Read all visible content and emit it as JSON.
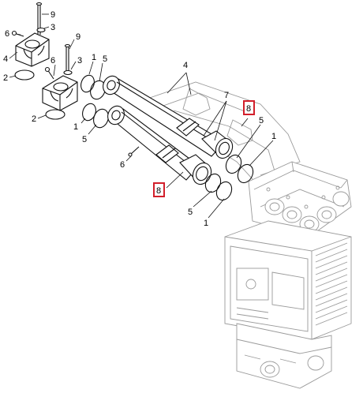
{
  "callouts": {
    "c9a": "9",
    "c3a": "3",
    "c6a": "6",
    "c4a": "4",
    "c2a": "2",
    "c9b": "9",
    "c6b": "6",
    "c3b": "3",
    "c2b": "2",
    "c1a": "1",
    "c5a": "5",
    "c4b": "4",
    "c7": "7",
    "c1b": "1",
    "c5b": "5",
    "c6c": "6",
    "c5c": "5",
    "c1c": "1",
    "c5d": "5",
    "c1d": "1"
  },
  "highlighted": {
    "h8a": "8",
    "h8b": "8"
  },
  "colors": {
    "highlight": "#d21f2b",
    "ink": "#111111",
    "ghost": "#9a9a9a"
  }
}
